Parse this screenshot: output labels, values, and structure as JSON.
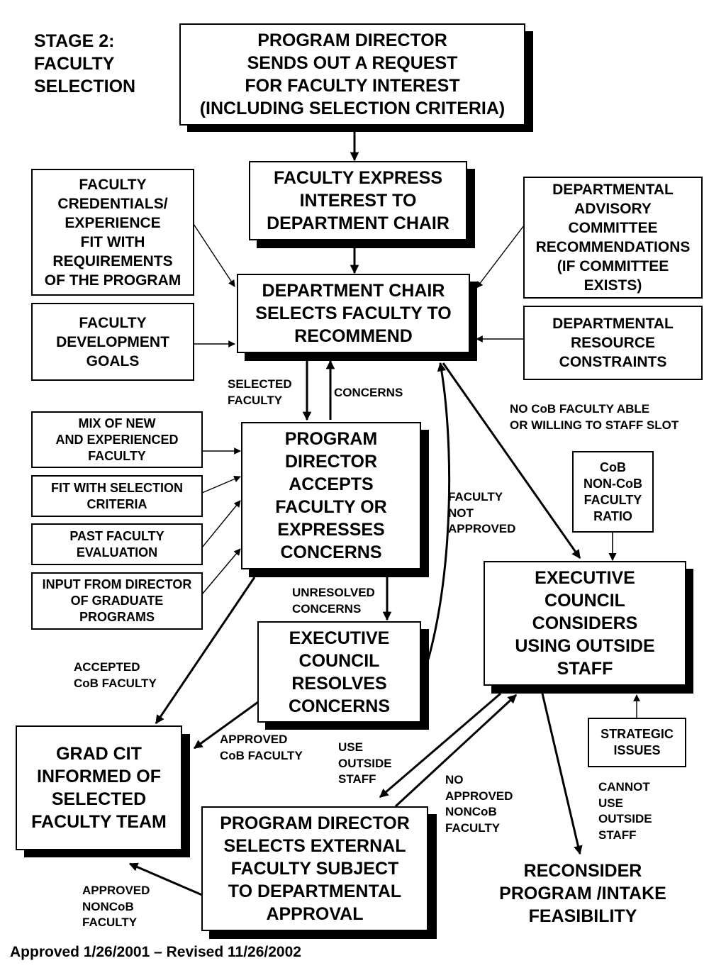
{
  "stage_title": "STAGE 2:\nFACULTY\nSELECTION",
  "boxes": {
    "program_director_request": "PROGRAM DIRECTOR\nSENDS OUT A REQUEST\nFOR FACULTY INTEREST\n(INCLUDING SELECTION CRITERIA)",
    "faculty_express_interest": "FACULTY EXPRESS\nINTEREST TO\nDEPARTMENT CHAIR",
    "faculty_credentials": "FACULTY\nCREDENTIALS/\nEXPERIENCE\nFIT WITH\nREQUIREMENTS\nOF THE PROGRAM",
    "department_advisory": "DEPARTMENTAL\nADVISORY\nCOMMITTEE\nRECOMMENDATIONS\n(IF COMMITTEE\nEXISTS)",
    "department_chair_selects": "DEPARTMENT CHAIR\nSELECTS FACULTY TO\nRECOMMEND",
    "faculty_development_goals": "FACULTY\nDEVELOPMENT\nGOALS",
    "departmental_resource": "DEPARTMENTAL\nRESOURCE\nCONSTRAINTS",
    "mix_new_experienced": "MIX OF NEW\nAND EXPERIENCED\nFACULTY",
    "fit_selection_criteria": "FIT WITH SELECTION\nCRITERIA",
    "past_faculty_evaluation": "PAST FACULTY\nEVALUATION",
    "input_director_graduate": "INPUT FROM DIRECTOR\nOF GRADUATE\nPROGRAMS",
    "program_director_accepts": "PROGRAM\nDIRECTOR\nACCEPTS\nFACULTY OR\nEXPRESSES\nCONCERNS",
    "cob_ratio": "CoB\nNON-CoB\nFACULTY\nRATIO",
    "exec_council_outside": "EXECUTIVE\nCOUNCIL\nCONSIDERS\nUSING OUTSIDE\nSTAFF",
    "exec_council_resolves": "EXECUTIVE\nCOUNCIL\nRESOLVES\nCONCERNS",
    "grad_cit_informed": "GRAD CIT\nINFORMED OF\nSELECTED\nFACULTY TEAM",
    "strategic_issues": "STRATEGIC\nISSUES",
    "program_director_external": "PROGRAM DIRECTOR\nSELECTS EXTERNAL\nFACULTY SUBJECT\nTO DEPARTMENTAL\nAPPROVAL",
    "reconsider_program": "RECONSIDER\nPROGRAM /INTAKE\nFEASIBILITY"
  },
  "edge_labels": {
    "selected_faculty": "SELECTED\nFACULTY",
    "concerns": "CONCERNS",
    "no_cob_faculty": "NO CoB FACULTY ABLE\nOR WILLING TO STAFF SLOT",
    "faculty_not_approved": "FACULTY\nNOT\nAPPROVED",
    "unresolved_concerns": "UNRESOLVED\nCONCERNS",
    "accepted_cob_faculty": "ACCEPTED\nCoB FACULTY",
    "approved_cob_faculty": "APPROVED\nCoB FACULTY",
    "use_outside_staff": "USE\nOUTSIDE\nSTAFF",
    "no_approved_noncob": "NO\nAPPROVED\nNONCoB\nFACULTY",
    "cannot_use_outside": "CANNOT\nUSE\nOUTSIDE\nSTAFF",
    "approved_noncob_faculty": "APPROVED\nNONCoB\nFACULTY"
  },
  "footer": "Approved 1/26/2001 – Revised 11/26/2002"
}
